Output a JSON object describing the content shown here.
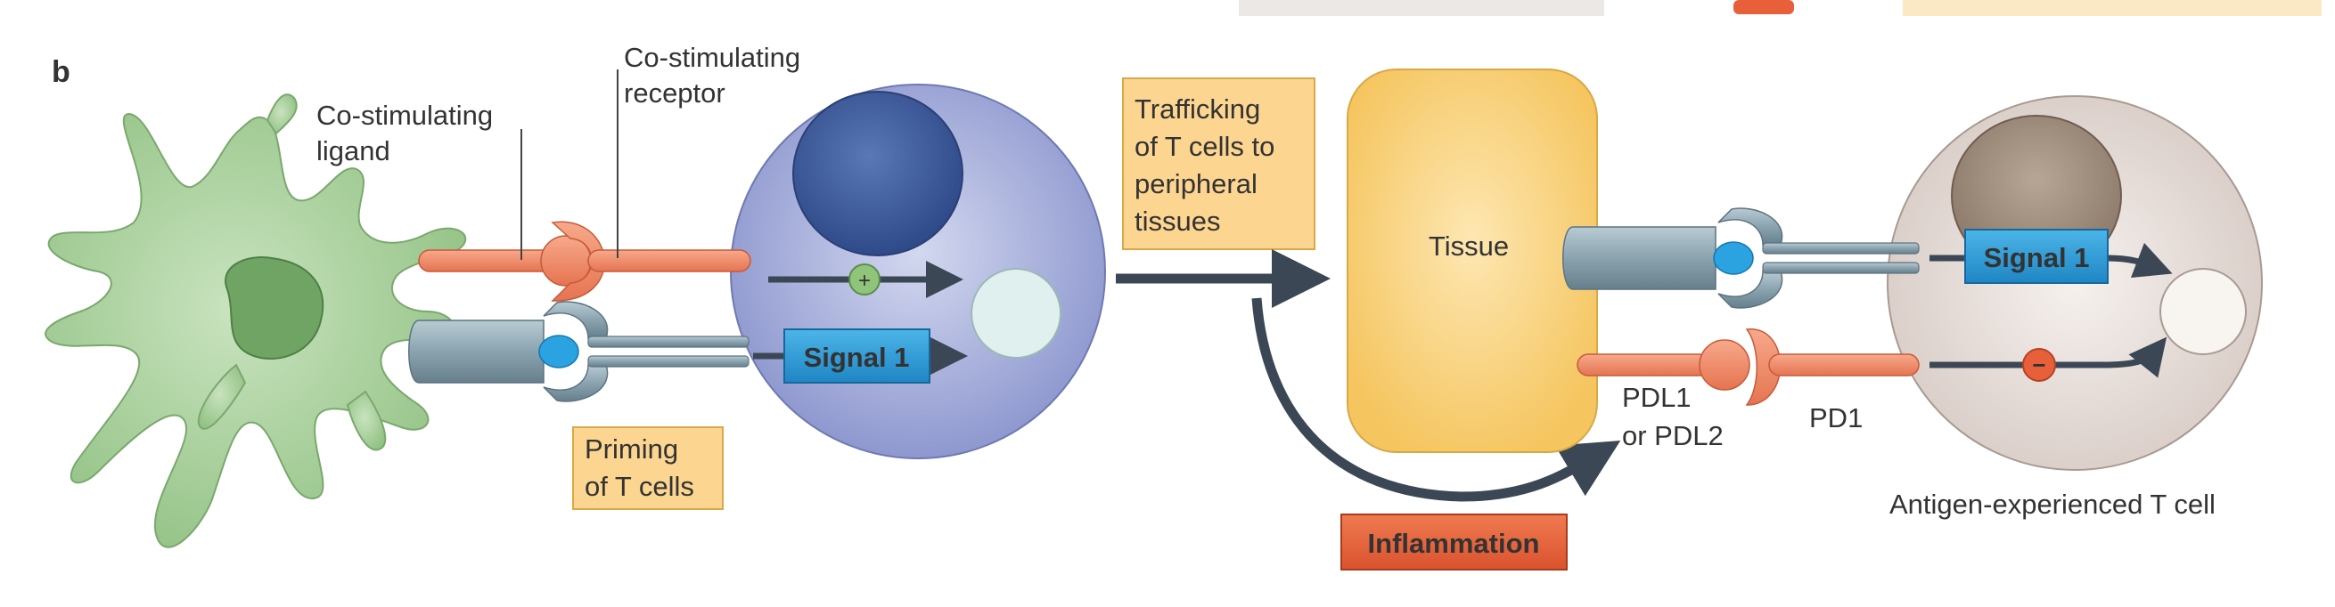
{
  "panel_letter": "b",
  "labels": {
    "co_stim_ligand": [
      "Co-stimulating",
      "ligand"
    ],
    "co_stim_receptor": [
      "Co-stimulating",
      "receptor"
    ],
    "priming": [
      "Priming",
      "of T cells"
    ],
    "signal1_left": "Signal 1",
    "trafficking": [
      "Trafficking",
      "of T cells to",
      "peripheral",
      "tissues"
    ],
    "tissue": "Tissue",
    "signal1_right": "Signal 1",
    "pdl": [
      "PDL1",
      "or PDL2"
    ],
    "pd1": "PD1",
    "inflammation": "Inflammation",
    "antigen_t_cell": "Antigen-experienced T cell",
    "plus_sign": "+",
    "minus_sign": "−"
  },
  "colors": {
    "dendritic_cell": "#a9cf9c",
    "t_cell_naive": "#9ea6d6",
    "t_cell_nucleus": "#3d5a9c",
    "tissue": "#f9d478",
    "experienced_t_cell": "#e6ddd8",
    "signal_box": "#2b9bd6",
    "label_box": "#fcd591",
    "inflammation_box": "#e8603a",
    "orange_molecule": "#f08a65",
    "receptor_gray": "#8fa8b4",
    "arrow": "#3b4755"
  }
}
